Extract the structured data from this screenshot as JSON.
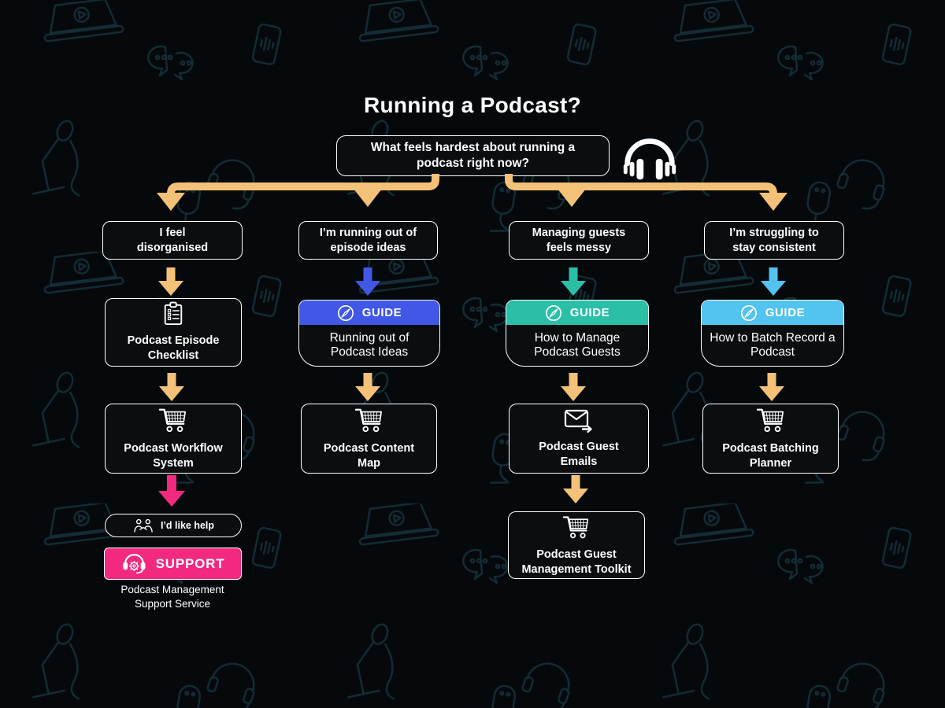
{
  "page": {
    "title": "Running a Podcast?"
  },
  "question": {
    "text": "What feels hardest about running a podcast right now?"
  },
  "labels": {
    "guide": "GUIDE"
  },
  "colors": {
    "orange": "#F4C178",
    "blue": "#4157E5",
    "teal": "#2BBFA8",
    "sky": "#53C3F0",
    "pink": "#F2297F",
    "box_bg": "#0b0e10",
    "background": "#06090b",
    "doodle": "#16323c",
    "white": "#FFFFFF"
  },
  "icons": {
    "headphones": "headphones-icon",
    "compass": "compass-guide-icon",
    "clipboard": "clipboard-checklist-icon",
    "cart": "shopping-cart-icon",
    "email": "email-send-icon",
    "people": "helping-hands-icon",
    "headset_gear": "support-headset-gear-icon"
  },
  "columns": [
    {
      "pain": "I feel disorganised",
      "step1_label": "Podcast Episode Checklist",
      "step2_label": "Podcast Workflow System",
      "help_label": "I’d like help",
      "support_label": "SUPPORT",
      "caption": "Podcast Management Support Service"
    },
    {
      "pain": "I’m running out of episode ideas",
      "guide_title": "Running out of Podcast Ideas",
      "product_label": "Podcast Content Map"
    },
    {
      "pain": "Managing guests feels messy",
      "guide_title": "How to Manage Podcast Guests",
      "product1_label": "Podcast Guest Emails",
      "product2_label": "Podcast Guest Management Toolkit"
    },
    {
      "pain": "I’m struggling to stay consistent",
      "guide_title": "How to Batch Record a Podcast",
      "product_label": "Podcast Batching Planner"
    }
  ]
}
